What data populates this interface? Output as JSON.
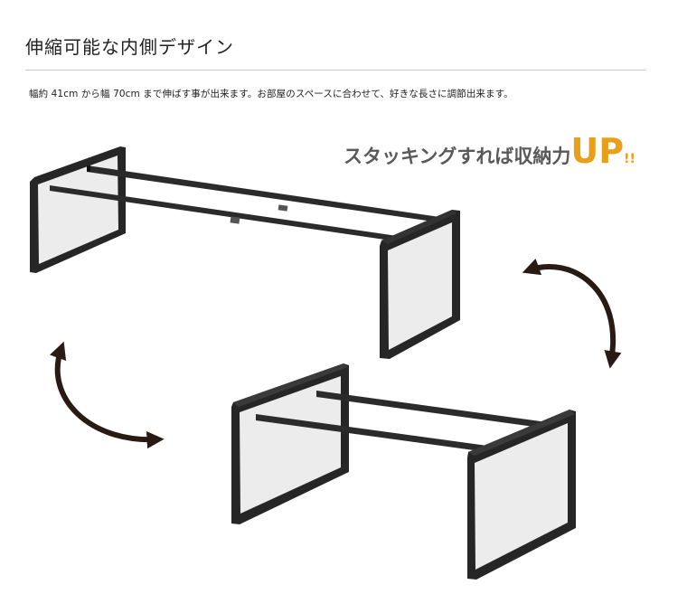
{
  "header": {
    "title": "伸縮可能な内側デザイン"
  },
  "description": "幅約 41cm から幅 70cm まで伸ばす事が出来ます。お部屋のスペースに合わせて、好きな長さに調節出来ます。",
  "tagline": {
    "main": "スタッキングすれば収納力",
    "emphasis": "UP",
    "suffix": "!!"
  },
  "colors": {
    "rack": "#262626",
    "inner_frame": "#e6e6e6",
    "accent": "#e8a01a",
    "tagline_text": "#595959"
  },
  "icons": {
    "arrow_right": "curved-double-arrow",
    "arrow_left": "curved-double-arrow"
  }
}
